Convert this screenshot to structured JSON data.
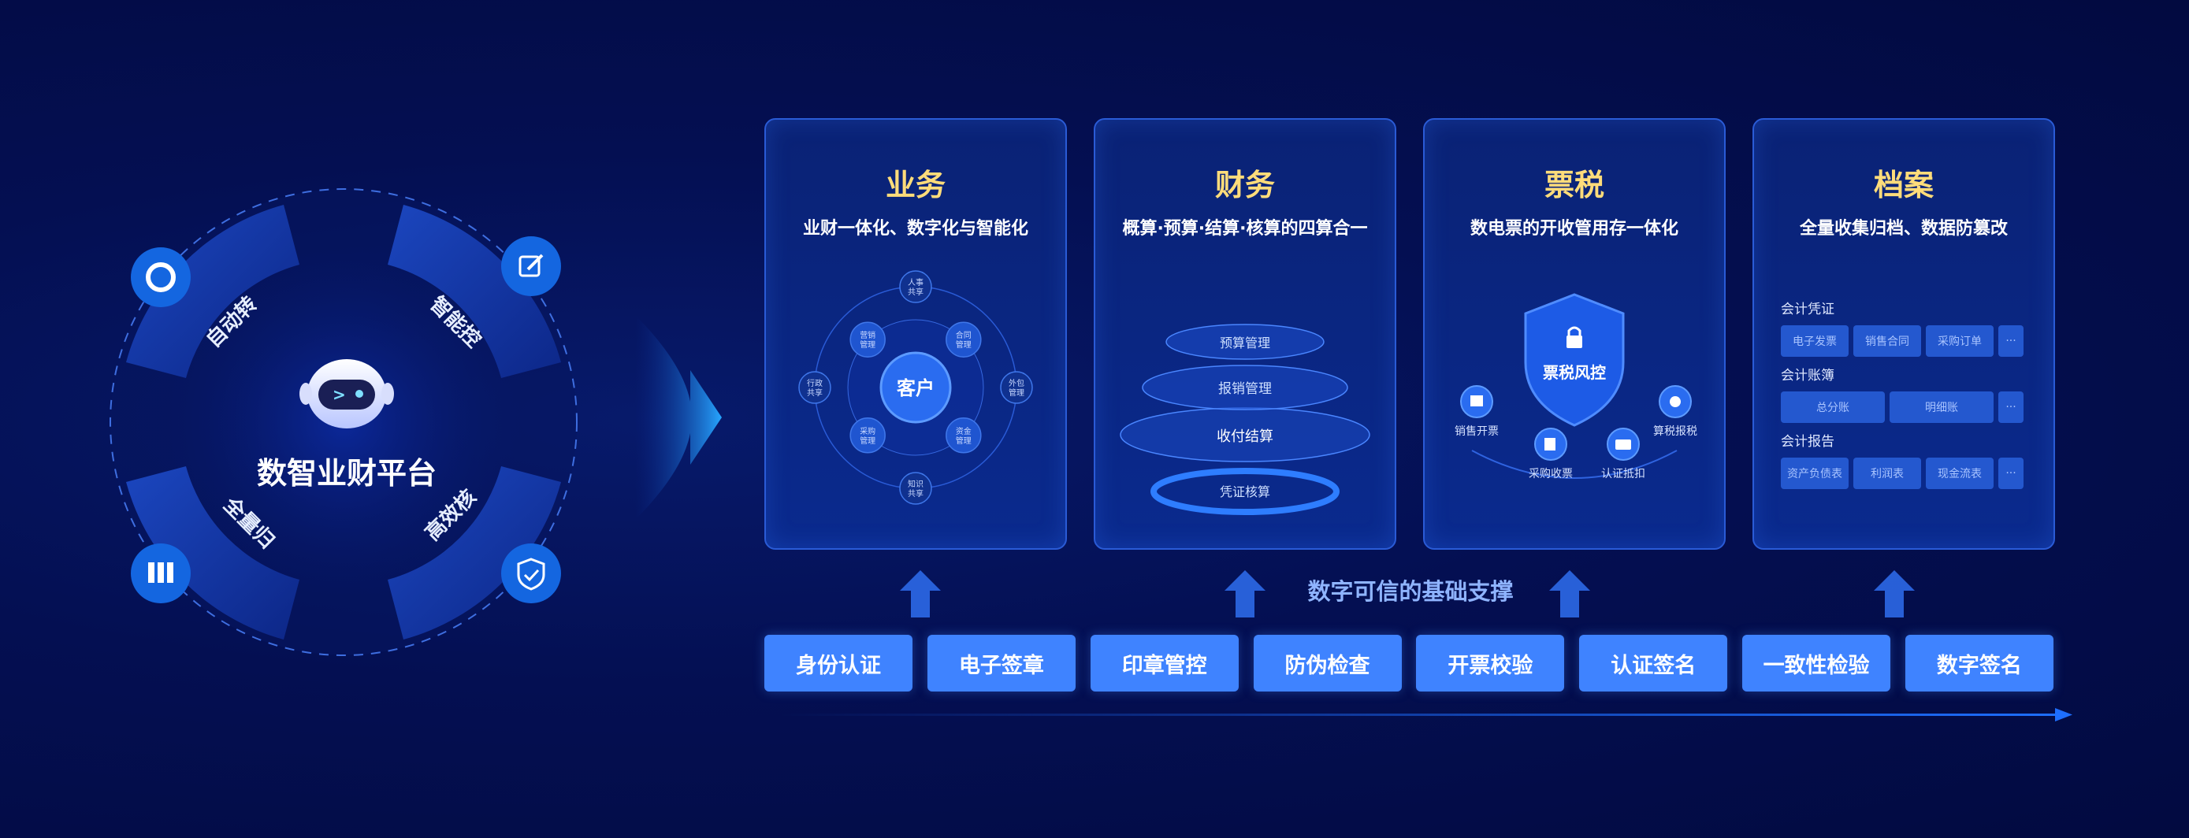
{
  "platform": {
    "name": "数智业财平台",
    "segments": [
      "自动转",
      "智能控",
      "全量归",
      "高效核"
    ],
    "corner_icons": [
      "lifebuoy-icon",
      "edit-icon",
      "archive-icon",
      "shield-check-icon"
    ]
  },
  "panels": [
    {
      "title": "业务",
      "subtitle": "业财一体化、数字化与智能化",
      "center": "客户",
      "nodes": [
        "人事\n共享",
        "合同\n管理",
        "外包\n管理",
        "资金\n管理",
        "知识\n共享",
        "采购\n管理",
        "行政\n共享",
        "营销\n管理"
      ]
    },
    {
      "title": "财务",
      "subtitle": "概算·预算·结算·核算的四算合一",
      "layers": [
        "预算管理",
        "报销管理",
        "收付结算",
        "凭证核算"
      ]
    },
    {
      "title": "票税",
      "subtitle": "数电票的开收管用存一体化",
      "shield_label": "票税风控",
      "items": [
        "销售开票",
        "采购收票",
        "认证抵扣",
        "算税报税"
      ]
    },
    {
      "title": "档案",
      "subtitle": "全量收集归档、数据防篡改",
      "groups": [
        {
          "label": "会计凭证",
          "chips": [
            "电子发票",
            "销售合同",
            "采购订单",
            "···"
          ]
        },
        {
          "label": "会计账簿",
          "chips": [
            "总分账",
            "明细账",
            "···"
          ]
        },
        {
          "label": "会计报告",
          "chips": [
            "资产负债表",
            "利润表",
            "现金流表",
            "···"
          ]
        }
      ]
    }
  ],
  "foundation": {
    "title": "数字可信的基础支撑",
    "items": [
      "身份认证",
      "电子签章",
      "印章管控",
      "防伪检查",
      "开票校验",
      "认证签名",
      "一致性检验",
      "数字签名"
    ]
  },
  "colors": {
    "background": "#030d4a",
    "panel_border": "#2a5bd6",
    "title_gold": "#ffdc7a",
    "button_blue": "#3f83ff",
    "accent_blue": "#1e6fff"
  }
}
